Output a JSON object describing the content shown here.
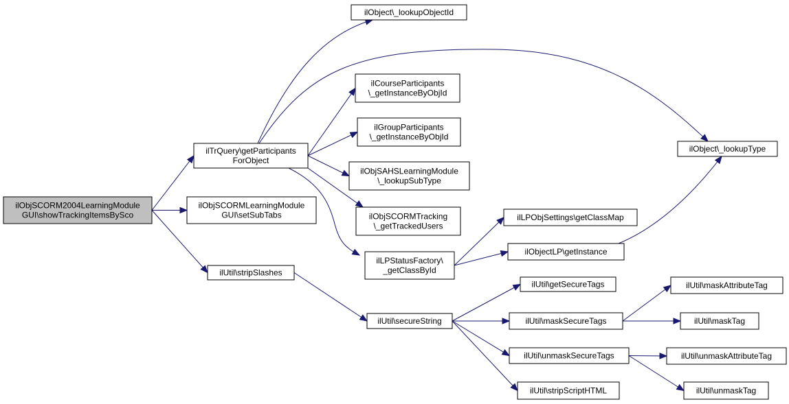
{
  "graph": {
    "nodes": {
      "root": [
        "ilObjSCORM2004LearningModule",
        "GUI\\showTrackingItemsBySco"
      ],
      "getParticipants": [
        "ilTrQuery\\getParticipants",
        "ForObject"
      ],
      "setSubTabs": [
        "ilObjSCORMLearningModule",
        "GUI\\setSubTabs"
      ],
      "stripSlashes": [
        "ilUtil\\stripSlashes"
      ],
      "lookupObjectId": [
        "ilObject\\_lookupObjectId"
      ],
      "courseParticipants": [
        "ilCourseParticipants",
        "\\_getInstanceByObjId"
      ],
      "groupParticipants": [
        "ilGroupParticipants",
        "\\_getInstanceByObjId"
      ],
      "sahsLookupSubType": [
        "ilObjSAHSLearningModule",
        "\\_lookupSubType"
      ],
      "scormTracking": [
        "ilObjSCORMTracking",
        "\\_getTrackedUsers"
      ],
      "lpStatusFactory": [
        "ilLPStatusFactory\\",
        "_getClassById"
      ],
      "secureString": [
        "ilUtil\\secureString"
      ],
      "lookupType": [
        "ilObject\\_lookupType"
      ],
      "getClassMap": [
        "ilLPObjSettings\\getClassMap"
      ],
      "getInstance": [
        "ilObjectLP\\getInstance"
      ],
      "getSecureTags": [
        "ilUtil\\getSecureTags"
      ],
      "maskSecureTags": [
        "ilUtil\\maskSecureTags"
      ],
      "unmaskSecureTags": [
        "ilUtil\\unmaskSecureTags"
      ],
      "stripScriptHTML": [
        "ilUtil\\stripScriptHTML"
      ],
      "maskAttributeTag": [
        "ilUtil\\maskAttributeTag"
      ],
      "maskTag": [
        "ilUtil\\maskTag"
      ],
      "unmaskAttributeTag": [
        "ilUtil\\unmaskAttributeTag"
      ],
      "unmaskTag": [
        "ilUtil\\unmaskTag"
      ]
    },
    "edges": [
      [
        "root",
        "getParticipants"
      ],
      [
        "root",
        "setSubTabs"
      ],
      [
        "root",
        "stripSlashes"
      ],
      [
        "getParticipants",
        "lookupObjectId"
      ],
      [
        "getParticipants",
        "lookupType"
      ],
      [
        "getParticipants",
        "courseParticipants"
      ],
      [
        "getParticipants",
        "groupParticipants"
      ],
      [
        "getParticipants",
        "sahsLookupSubType"
      ],
      [
        "getParticipants",
        "scormTracking"
      ],
      [
        "getParticipants",
        "lpStatusFactory"
      ],
      [
        "lpStatusFactory",
        "getClassMap"
      ],
      [
        "lpStatusFactory",
        "getInstance"
      ],
      [
        "getInstance",
        "lookupType"
      ],
      [
        "stripSlashes",
        "secureString"
      ],
      [
        "secureString",
        "getSecureTags"
      ],
      [
        "secureString",
        "maskSecureTags"
      ],
      [
        "secureString",
        "unmaskSecureTags"
      ],
      [
        "secureString",
        "stripScriptHTML"
      ],
      [
        "maskSecureTags",
        "maskAttributeTag"
      ],
      [
        "maskSecureTags",
        "maskTag"
      ],
      [
        "unmaskSecureTags",
        "unmaskAttributeTag"
      ],
      [
        "unmaskSecureTags",
        "unmaskTag"
      ]
    ],
    "colors": {
      "edge": "#191970",
      "root_fill": "#bfbfbf",
      "node_fill": "#ffffff"
    }
  }
}
